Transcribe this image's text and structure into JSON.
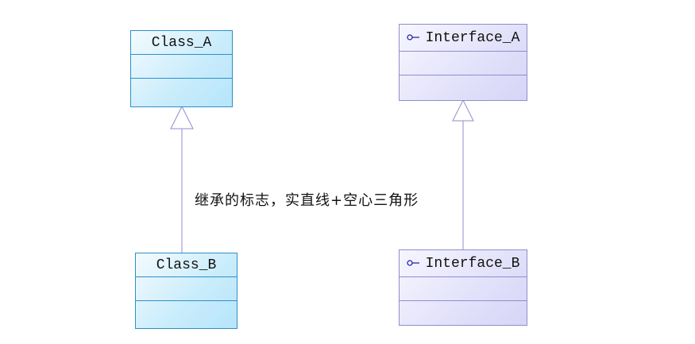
{
  "diagram": {
    "classes": [
      {
        "name": "Class_A",
        "kind": "class"
      },
      {
        "name": "Class_B",
        "kind": "class"
      }
    ],
    "interfaces": [
      {
        "name": "Interface_A",
        "kind": "interface",
        "icon": "interface-lollipop-icon"
      },
      {
        "name": "Interface_B",
        "kind": "interface",
        "icon": "interface-lollipop-icon"
      }
    ],
    "relations": [
      {
        "from": "Class_B",
        "to": "Class_A",
        "type": "generalization",
        "line": "solid",
        "arrow": "hollow-triangle"
      },
      {
        "from": "Interface_B",
        "to": "Interface_A",
        "type": "generalization",
        "line": "solid",
        "arrow": "hollow-triangle"
      }
    ],
    "annotation": "继承的标志，实直线+空心三角形",
    "colors": {
      "class_border": "#2f8fc9",
      "class_fill": "#c8ecfb",
      "interface_border": "#8f8dcf",
      "interface_fill": "#e2e1fa",
      "relation_line": "#8f8dcf"
    }
  }
}
